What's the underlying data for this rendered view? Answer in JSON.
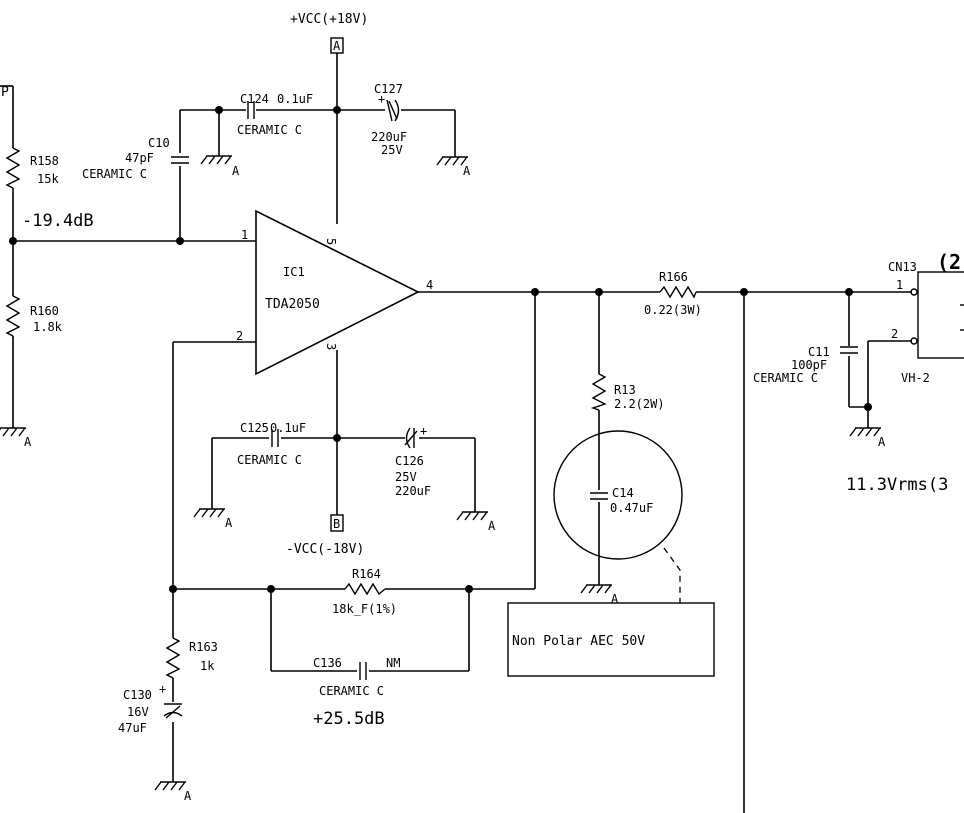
{
  "supply": {
    "pos": "+VCC(+18V)",
    "pos_port": "A",
    "neg": "-VCC(-18V)",
    "neg_port": "B"
  },
  "ic": {
    "ref": "IC1",
    "part": "TDA2050",
    "pin1": "1",
    "pin2": "2",
    "pin3": "3",
    "pin4": "4",
    "pin5": "5"
  },
  "partial_label": "P",
  "input_gain": "-19.4dB",
  "feedback_gain": "+25.5dB",
  "output_level": "11.3Vrms(3",
  "resistors": {
    "r158": {
      "ref": "R158",
      "value": "15k"
    },
    "r160": {
      "ref": "R160",
      "value": "1.8k"
    },
    "r164": {
      "ref": "R164",
      "value": "18k_F(1%)"
    },
    "r163": {
      "ref": "R163",
      "value": "1k"
    },
    "r166": {
      "ref": "R166",
      "value": "0.22(3W)"
    },
    "r13": {
      "ref": "R13",
      "value": "2.2(2W)"
    }
  },
  "capacitors": {
    "c10": {
      "ref": "C10",
      "value": "47pF",
      "type": "CERAMIC C"
    },
    "c124": {
      "ref": "C124",
      "value": "0.1uF",
      "type": "CERAMIC C"
    },
    "c127": {
      "ref": "C127",
      "value": "220uF",
      "voltage": "25V"
    },
    "c125": {
      "ref": "C125",
      "value": "0.1uF",
      "type": "CERAMIC C"
    },
    "c126": {
      "ref": "C126",
      "value": "220uF",
      "voltage": "25V"
    },
    "c136": {
      "ref": "C136",
      "value": "NM",
      "type": "CERAMIC C"
    },
    "c130": {
      "ref": "C130",
      "value": "47uF",
      "voltage": "16V"
    },
    "c14": {
      "ref": "C14",
      "value": "0.47uF"
    },
    "c11": {
      "ref": "C11",
      "value": "100pF",
      "type": "CERAMIC C"
    }
  },
  "connector": {
    "ref": "CN13",
    "type": "VH-2",
    "pin1": "1",
    "pin2": "2",
    "corner_label": "(2"
  },
  "ground_label": "A",
  "polarity": "+",
  "callout": "Non Polar AEC 50V"
}
